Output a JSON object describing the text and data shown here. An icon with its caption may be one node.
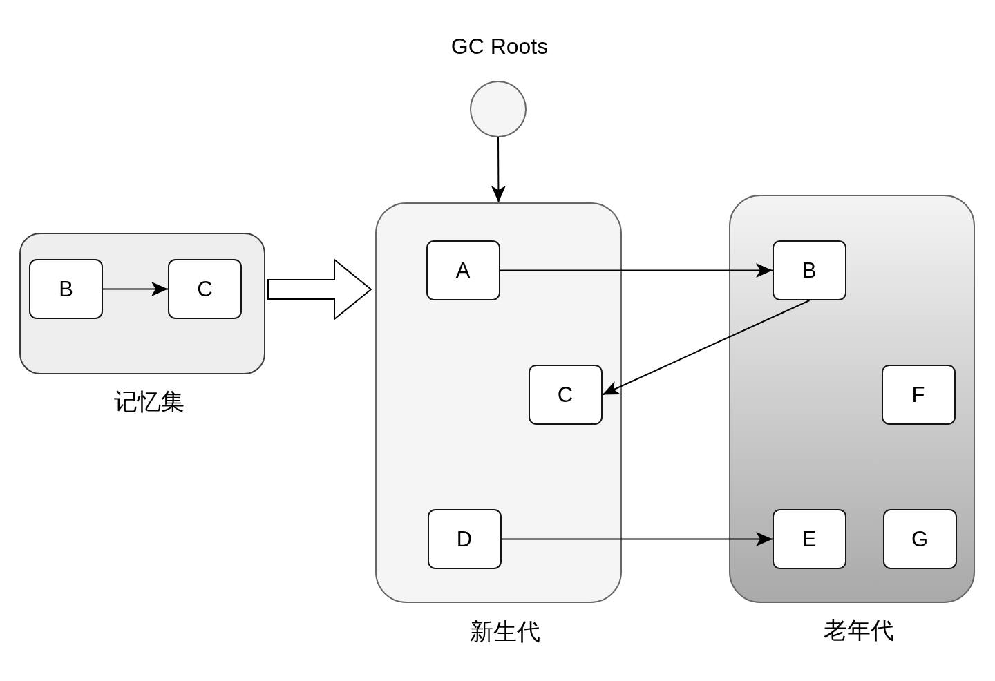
{
  "diagram": {
    "nodes": [
      {
        "text": [
          "GC Roots"
        ]
      },
      {
        "text": [
          "记忆集"
        ]
      },
      {
        "text": [
          "B"
        ],
        "in": 1
      },
      {
        "text": [
          "C"
        ],
        "in": 1
      },
      {
        "text": [
          "新生代"
        ]
      },
      {
        "text": [
          "A"
        ],
        "in": 4
      },
      {
        "text": [
          "C"
        ],
        "in": 4
      },
      {
        "text": [
          "D"
        ],
        "in": 4
      },
      {
        "text": [
          "老年代"
        ]
      },
      {
        "text": [
          "B"
        ],
        "in": 8
      },
      {
        "text": [
          "F"
        ],
        "in": 8
      },
      {
        "text": [
          "E"
        ],
        "in": 8
      },
      {
        "text": [
          "G"
        ],
        "in": 8
      }
    ],
    "edges": [
      {
        "from": 0,
        "to": 4,
        "arrow": "to"
      },
      {
        "from": 2,
        "to": 3,
        "arrow": "to"
      },
      {
        "from": 1,
        "to": 4,
        "arrow": "to",
        "style": "thick"
      },
      {
        "from": 5,
        "to": 9,
        "arrow": "to"
      },
      {
        "from": 9,
        "to": 6,
        "arrow": "to"
      },
      {
        "from": 7,
        "to": 11,
        "arrow": "to"
      }
    ]
  }
}
